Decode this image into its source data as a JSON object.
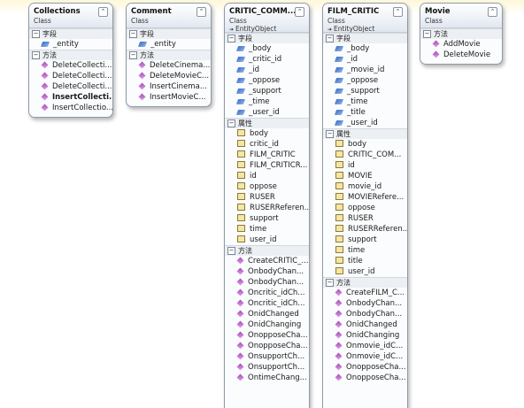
{
  "boxes": [
    {
      "name": "Collections",
      "kind": "Class",
      "base": "",
      "sections": [
        {
          "title": "字段",
          "items": [
            {
              "icon": "field",
              "label": "_entity"
            }
          ]
        },
        {
          "title": "方法",
          "items": [
            {
              "icon": "method",
              "label": "DeleteCollecti..."
            },
            {
              "icon": "method",
              "label": "DeleteCollecti..."
            },
            {
              "icon": "method",
              "label": "DeleteCollecti..."
            },
            {
              "icon": "method",
              "label": "InsertCollecti...",
              "bold": true
            },
            {
              "icon": "method",
              "label": "InsertCollectio..."
            }
          ]
        }
      ]
    },
    {
      "name": "Comment",
      "kind": "Class",
      "base": "",
      "sections": [
        {
          "title": "字段",
          "items": [
            {
              "icon": "field",
              "label": "_entity"
            }
          ]
        },
        {
          "title": "方法",
          "items": [
            {
              "icon": "method",
              "label": "DeleteCinema..."
            },
            {
              "icon": "method",
              "label": "DeleteMovieC..."
            },
            {
              "icon": "method",
              "label": "InsertCinema..."
            },
            {
              "icon": "method",
              "label": "InsertMovieC..."
            }
          ]
        }
      ]
    },
    {
      "name": "CRITIC_COMM...",
      "kind": "Class",
      "base": "EntityObject",
      "sections": [
        {
          "title": "字段",
          "items": [
            {
              "icon": "field",
              "label": "_body"
            },
            {
              "icon": "field",
              "label": "_critic_id"
            },
            {
              "icon": "field",
              "label": "_id"
            },
            {
              "icon": "field",
              "label": "_oppose"
            },
            {
              "icon": "field",
              "label": "_support"
            },
            {
              "icon": "field",
              "label": "_time"
            },
            {
              "icon": "field",
              "label": "_user_id"
            }
          ]
        },
        {
          "title": "属性",
          "items": [
            {
              "icon": "prop",
              "label": "body"
            },
            {
              "icon": "prop",
              "label": "critic_id"
            },
            {
              "icon": "prop",
              "label": "FILM_CRITIC"
            },
            {
              "icon": "prop",
              "label": "FILM_CRITICR..."
            },
            {
              "icon": "prop",
              "label": "id"
            },
            {
              "icon": "prop",
              "label": "oppose"
            },
            {
              "icon": "prop",
              "label": "RUSER"
            },
            {
              "icon": "prop",
              "label": "RUSERReferen..."
            },
            {
              "icon": "prop",
              "label": "support"
            },
            {
              "icon": "prop",
              "label": "time"
            },
            {
              "icon": "prop",
              "label": "user_id"
            }
          ]
        },
        {
          "title": "方法",
          "items": [
            {
              "icon": "method",
              "label": "CreateCRITIC_..."
            },
            {
              "icon": "method",
              "label": "OnbodyChan..."
            },
            {
              "icon": "method",
              "label": "OnbodyChan..."
            },
            {
              "icon": "method",
              "label": "Oncritic_idCh..."
            },
            {
              "icon": "method",
              "label": "Oncritic_idCh..."
            },
            {
              "icon": "method",
              "label": "OnidChanged"
            },
            {
              "icon": "method",
              "label": "OnidChanging"
            },
            {
              "icon": "method",
              "label": "OnopposeCha..."
            },
            {
              "icon": "method",
              "label": "OnopposeCha..."
            },
            {
              "icon": "method",
              "label": "OnsupportCh..."
            },
            {
              "icon": "method",
              "label": "OnsupportCh..."
            },
            {
              "icon": "method",
              "label": "OntimeChang..."
            }
          ]
        }
      ]
    },
    {
      "name": "FILM_CRITIC",
      "kind": "Class",
      "base": "EntityObject",
      "sections": [
        {
          "title": "字段",
          "items": [
            {
              "icon": "field",
              "label": "_body"
            },
            {
              "icon": "field",
              "label": "_id"
            },
            {
              "icon": "field",
              "label": "_movie_id"
            },
            {
              "icon": "field",
              "label": "_oppose"
            },
            {
              "icon": "field",
              "label": "_support"
            },
            {
              "icon": "field",
              "label": "_time"
            },
            {
              "icon": "field",
              "label": "_title"
            },
            {
              "icon": "field",
              "label": "_user_id"
            }
          ]
        },
        {
          "title": "属性",
          "items": [
            {
              "icon": "prop",
              "label": "body"
            },
            {
              "icon": "prop",
              "label": "CRITIC_COM..."
            },
            {
              "icon": "prop",
              "label": "id"
            },
            {
              "icon": "prop",
              "label": "MOVIE"
            },
            {
              "icon": "prop",
              "label": "movie_id"
            },
            {
              "icon": "prop",
              "label": "MOVIERefere..."
            },
            {
              "icon": "prop",
              "label": "oppose"
            },
            {
              "icon": "prop",
              "label": "RUSER"
            },
            {
              "icon": "prop",
              "label": "RUSERReferen..."
            },
            {
              "icon": "prop",
              "label": "support"
            },
            {
              "icon": "prop",
              "label": "time"
            },
            {
              "icon": "prop",
              "label": "title"
            },
            {
              "icon": "prop",
              "label": "user_id"
            }
          ]
        },
        {
          "title": "方法",
          "items": [
            {
              "icon": "method",
              "label": "CreateFILM_C..."
            },
            {
              "icon": "method",
              "label": "OnbodyChan..."
            },
            {
              "icon": "method",
              "label": "OnbodyChan..."
            },
            {
              "icon": "method",
              "label": "OnidChanged"
            },
            {
              "icon": "method",
              "label": "OnidChanging"
            },
            {
              "icon": "method",
              "label": "Onmovie_idC..."
            },
            {
              "icon": "method",
              "label": "Onmovie_idC..."
            },
            {
              "icon": "method",
              "label": "OnopposeCha..."
            },
            {
              "icon": "method",
              "label": "OnopposeCha..."
            }
          ]
        }
      ]
    },
    {
      "name": "Movie",
      "kind": "Class",
      "base": "",
      "sections": [
        {
          "title": "方法",
          "items": [
            {
              "icon": "method",
              "label": "AddMovie"
            },
            {
              "icon": "method",
              "label": "DeleteMovie"
            }
          ]
        }
      ]
    }
  ],
  "labels": {
    "collapse_glyph": "⌃",
    "section_toggle": "−",
    "inherit_glyph": "➔"
  }
}
